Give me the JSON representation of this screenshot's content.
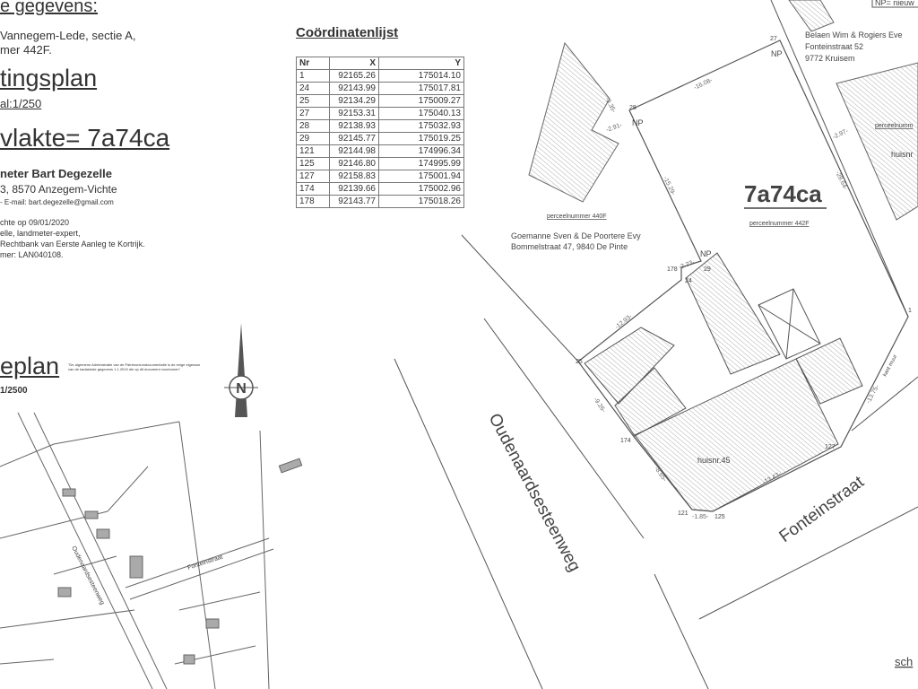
{
  "info": {
    "heading": "e gegevens:",
    "location_line1": "Vannegem-Lede, sectie A,",
    "location_line2": "mer 442F.",
    "plan_title": "tingsplan",
    "plan_scale": "al:1/250",
    "area": "vlakte= 7a74ca",
    "surveyor_name": "neter Bart Degezelle",
    "surveyor_address": "3, 8570 Anzegem-Vichte",
    "surveyor_email": "- E-mail: bart.degezelle@gmail.com",
    "sign_line1": "chte op 09/01/2020",
    "sign_line2": "elle, landmeter-expert,",
    "sign_line3": "Rechtbank van Eerste Aanleg te Kortrijk.",
    "sign_line4": "mer: LAN040108."
  },
  "coordinates": {
    "title": "Coördinatenlijst",
    "headers": [
      "Nr",
      "X",
      "Y"
    ],
    "rows": [
      [
        "1",
        "92165.26",
        "175014.10"
      ],
      [
        "24",
        "92143.99",
        "175017.81"
      ],
      [
        "25",
        "92134.29",
        "175009.27"
      ],
      [
        "27",
        "92153.31",
        "175040.13"
      ],
      [
        "28",
        "92138.93",
        "175032.93"
      ],
      [
        "29",
        "92145.77",
        "175019.25"
      ],
      [
        "121",
        "92144.98",
        "174996.34"
      ],
      [
        "125",
        "92146.80",
        "174995.99"
      ],
      [
        "127",
        "92158.83",
        "175001.94"
      ],
      [
        "174",
        "92139.66",
        "175002.96"
      ],
      [
        "178",
        "92143.77",
        "175018.26"
      ]
    ]
  },
  "location_plan": {
    "title": "eplan",
    "scale": "1/2500",
    "note": "\"De algemene Administratie van de Patrimoniumdocumentatie is de enige eigenaar van de kadastrale gegevens 1.1.2019 die op dit document voorkomen\"",
    "street1": "Oudenaardsesteenweg",
    "street2": "Fonteinstraat",
    "compass": "N"
  },
  "survey": {
    "area": "7a74ca",
    "parcel_main": "perceelnummer 442F",
    "parcel_west": "perceelnummer 440F",
    "parcel_east": "perceelnumm",
    "owner_west_1": "Goemanne Sven & De Poortere Evy",
    "owner_west_2": "Bommelstraat 47, 9840 De Pinte",
    "owner_east_1": "Belaen Wim & Rogiers Eve",
    "owner_east_2": "Fonteinstraat 52",
    "owner_east_3": "9772 Kruisem",
    "house": "huisnr.45",
    "house_east": "huisnr",
    "legend": "NP= nieuw",
    "street_west": "Oudenaardsesteenweg",
    "street_south": "Fonteinstraat",
    "corner_text": "sch",
    "wall": "kant muur",
    "np": "NP",
    "points": {
      "p1": "1",
      "p24": "24",
      "p25": "25",
      "p27": "27",
      "p28": "28",
      "p29": "29",
      "p121": "121",
      "p125": "125",
      "p127": "127",
      "p174": "174",
      "p178": "178"
    },
    "dims": {
      "d1": "-16.08-",
      "d2": "-3.35-",
      "d3": "-2.91-",
      "d4": "-15.29-",
      "d5": "-28.64-",
      "d6": "-2.97-",
      "d7": "-2.23-",
      "d8": "-12.93-",
      "d9": "-9.26-",
      "d10": "-8.65-",
      "d11": "-1.85-",
      "d12": "-13.43-",
      "d13": "-13.75-"
    }
  }
}
